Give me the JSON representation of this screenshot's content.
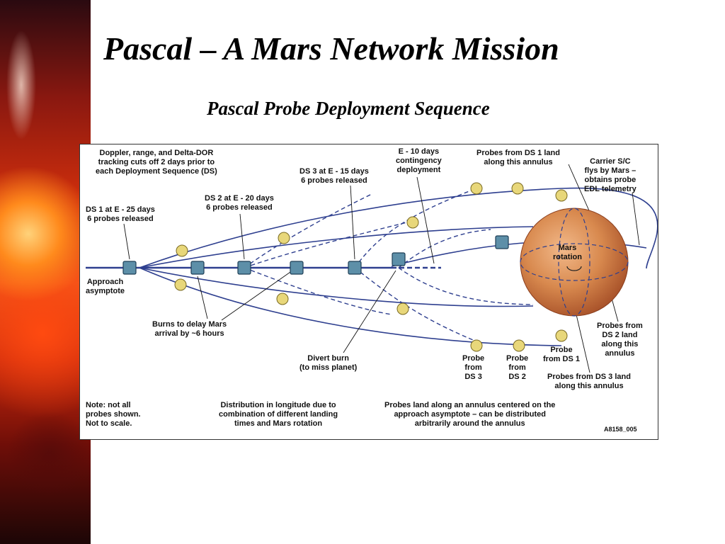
{
  "slide": {
    "title": "Pascal – A Mars Network Mission",
    "subtitle": "Pascal Probe Deployment Sequence"
  },
  "colors": {
    "trajectory": "#2e3f8f",
    "mars_fill": "#d8894e",
    "probe_fill": "#e8d77a"
  },
  "diagram": {
    "labels": {
      "tracking_note": [
        "Doppler, range, and Delta-DOR",
        "tracking cuts off 2 days prior to",
        "each Deployment Sequence (DS)"
      ],
      "ds1": [
        "DS 1 at E - 25 days",
        "6 probes released"
      ],
      "ds2": [
        "DS 2 at E - 20 days",
        "6 probes released"
      ],
      "ds3": [
        "DS 3 at E - 15 days",
        "6 probes released"
      ],
      "contingency": [
        "E - 10 days",
        "contingency",
        "deployment"
      ],
      "annulus_ds1": [
        "Probes from DS 1 land",
        "along this annulus"
      ],
      "carrier": [
        "Carrier S/C",
        "flys by Mars –",
        "obtains probe",
        "EDL telemetry"
      ],
      "approach": [
        "Approach",
        "asymptote"
      ],
      "mars": [
        "Mars",
        "rotation"
      ],
      "burns": [
        "Burns to delay Mars",
        "arrival by ~6 hours"
      ],
      "divert": [
        "Divert burn",
        "(to miss planet)"
      ],
      "probe_ds3": [
        "Probe",
        "from",
        "DS 3"
      ],
      "probe_ds2": [
        "Probe",
        "from",
        "DS 2"
      ],
      "probe_ds1": [
        "Probe",
        "from DS 1"
      ],
      "annulus_ds2": [
        "Probes from",
        "DS 2 land",
        "along this",
        "annulus"
      ],
      "annulus_ds3": [
        "Probes from DS 3 land",
        "along this annulus"
      ],
      "note": [
        "Note: not all",
        "probes shown.",
        "Not to scale."
      ],
      "distribution": [
        "Distribution in longitude due to",
        "combination of different landing",
        "times and Mars rotation"
      ],
      "landing": [
        "Probes land along an annulus centered on the",
        "approach asymptote – can be distributed",
        "arbitrarily around the annulus"
      ],
      "figure_id": [
        "A8158_005"
      ]
    }
  }
}
